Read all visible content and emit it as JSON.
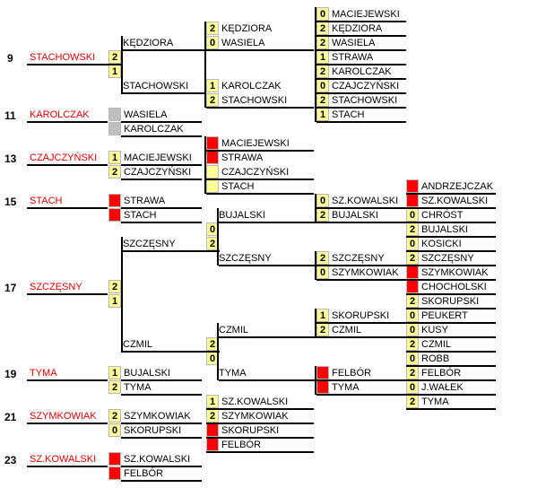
{
  "seeds": [
    {
      "num": "9",
      "name": "STACHOWSKI"
    },
    {
      "num": "11",
      "name": "KAROLCZAK"
    },
    {
      "num": "13",
      "name": "CZAJCZYŃSKI"
    },
    {
      "num": "15",
      "name": "STACH"
    },
    {
      "num": "17",
      "name": "SZCZĘSNY"
    },
    {
      "num": "19",
      "name": "TYMA"
    },
    {
      "num": "21",
      "name": "SZYMKOWIAK"
    },
    {
      "num": "23",
      "name": "SZ.KOWALSKI"
    }
  ],
  "colors": {
    "yellow": "#ffff99",
    "red": "#ff0000",
    "gray": "#c0c0c0",
    "seedname": "#e00000"
  },
  "entries": [
    {
      "name": "KĘDZIORA",
      "score": ""
    },
    {
      "name": "STACHOWSKI",
      "score": ""
    },
    {
      "name": "",
      "score": "2",
      "fill": "yellow"
    },
    {
      "name": "",
      "score": "1",
      "fill": "yellow"
    },
    {
      "name": "KĘDZIORA",
      "score": "2",
      "fill": "yellow"
    },
    {
      "name": "WASIELA",
      "score": "0",
      "fill": "yellow"
    },
    {
      "name": "KAROLCZAK",
      "score": "1",
      "fill": "yellow"
    },
    {
      "name": "STACHOWSKI",
      "score": "2",
      "fill": "yellow"
    },
    {
      "name": "MACIEJEWSKI",
      "score": "0",
      "fill": "yellow"
    },
    {
      "name": "KĘDZIORA",
      "score": "2",
      "fill": "yellow"
    },
    {
      "name": "WASIELA",
      "score": "2",
      "fill": "yellow"
    },
    {
      "name": "STRAWA",
      "score": "1",
      "fill": "yellow"
    },
    {
      "name": "KAROLCZAK",
      "score": "2",
      "fill": "yellow"
    },
    {
      "name": "CZAJCZYŃSKI",
      "score": "0",
      "fill": "yellow"
    },
    {
      "name": "STACHOWSKI",
      "score": "2",
      "fill": "yellow"
    },
    {
      "name": "STACH",
      "score": "1",
      "fill": "yellow"
    },
    {
      "name": "WASIELA",
      "score": "",
      "fill": "gray"
    },
    {
      "name": "KAROLCZAK",
      "score": "",
      "fill": "gray"
    },
    {
      "name": "MACIEJEWSKI",
      "score": "",
      "fill": "red"
    },
    {
      "name": "STRAWA",
      "score": "",
      "fill": "red"
    },
    {
      "name": "CZAJCZYŃSKI",
      "score": "",
      "fill": "yellow"
    },
    {
      "name": "STACH",
      "score": "",
      "fill": "yellow"
    },
    {
      "name": "MACIEJEWSKI",
      "score": "1",
      "fill": "yellow"
    },
    {
      "name": "CZAJCZYŃSKI",
      "score": "2",
      "fill": "yellow"
    },
    {
      "name": "STRAWA",
      "score": "",
      "fill": "red"
    },
    {
      "name": "STACH",
      "score": "",
      "fill": "red"
    },
    {
      "name": "BUJALSKI",
      "score": ""
    },
    {
      "name": "SZCZĘSNY",
      "score": ""
    },
    {
      "name": "",
      "score": "0",
      "fill": "yellow"
    },
    {
      "name": "",
      "score": "2",
      "fill": "yellow"
    },
    {
      "name": "SZCZĘSNY",
      "score": ""
    },
    {
      "name": "CZMIL",
      "score": ""
    },
    {
      "name": "",
      "score": "2",
      "fill": "yellow"
    },
    {
      "name": "",
      "score": "1",
      "fill": "yellow"
    },
    {
      "name": "CZMIL",
      "score": ""
    },
    {
      "name": "TYMA",
      "score": ""
    },
    {
      "name": "",
      "score": "2",
      "fill": "yellow"
    },
    {
      "name": "",
      "score": "0",
      "fill": "yellow"
    },
    {
      "name": "BUJALSKI",
      "score": "1",
      "fill": "yellow"
    },
    {
      "name": "TYMA",
      "score": "2",
      "fill": "yellow"
    },
    {
      "name": "SZ.KOWALSKI",
      "score": "1",
      "fill": "yellow"
    },
    {
      "name": "SZYMKOWIAK",
      "score": "2",
      "fill": "yellow"
    },
    {
      "name": "SZYMKOWIAK",
      "score": "2",
      "fill": "yellow"
    },
    {
      "name": "SKORUPSKI",
      "score": "0",
      "fill": "yellow"
    },
    {
      "name": "SKORUPSKI",
      "score": "",
      "fill": "red"
    },
    {
      "name": "FELBÓR",
      "score": "",
      "fill": "red"
    },
    {
      "name": "SZ.KOWALSKI",
      "score": "",
      "fill": "red"
    },
    {
      "name": "FELBÓR",
      "score": "",
      "fill": "red"
    },
    {
      "name": "SZ.KOWALSKI",
      "score": "0",
      "fill": "yellow"
    },
    {
      "name": "BUJALSKI",
      "score": "2",
      "fill": "yellow"
    },
    {
      "name": "SZCZĘSNY",
      "score": "2",
      "fill": "yellow"
    },
    {
      "name": "SZYMKOWIAK",
      "score": "0",
      "fill": "yellow"
    },
    {
      "name": "SKORUPSKI",
      "score": "1",
      "fill": "yellow"
    },
    {
      "name": "CZMIL",
      "score": "2",
      "fill": "yellow"
    },
    {
      "name": "FELBÓR",
      "score": "",
      "fill": "red"
    },
    {
      "name": "TYMA",
      "score": "",
      "fill": "red"
    },
    {
      "name": "ANDRZEJCZAK",
      "score": "",
      "fill": "red"
    },
    {
      "name": "SZ.KOWALSKI",
      "score": "",
      "fill": "red"
    },
    {
      "name": "CHRÓST",
      "score": "0",
      "fill": "yellow"
    },
    {
      "name": "BUJALSKI",
      "score": "2",
      "fill": "yellow"
    },
    {
      "name": "KOSICKI",
      "score": "0",
      "fill": "yellow"
    },
    {
      "name": "SZCZĘSNY",
      "score": "2",
      "fill": "yellow"
    },
    {
      "name": "SZYMKOWIAK",
      "score": "",
      "fill": "red"
    },
    {
      "name": "CHOCHOLSKI",
      "score": "",
      "fill": "red"
    },
    {
      "name": "SKORUPSKI",
      "score": "2",
      "fill": "yellow"
    },
    {
      "name": "PEUKERT",
      "score": "0",
      "fill": "yellow"
    },
    {
      "name": "KUSY",
      "score": "0",
      "fill": "yellow"
    },
    {
      "name": "CZMIL",
      "score": "2",
      "fill": "yellow"
    },
    {
      "name": "ROBB",
      "score": "0",
      "fill": "yellow"
    },
    {
      "name": "FELBÓR",
      "score": "2",
      "fill": "yellow"
    },
    {
      "name": "J.WAŁEK",
      "score": "0",
      "fill": "yellow"
    },
    {
      "name": "TYMA",
      "score": "2",
      "fill": "yellow"
    }
  ]
}
